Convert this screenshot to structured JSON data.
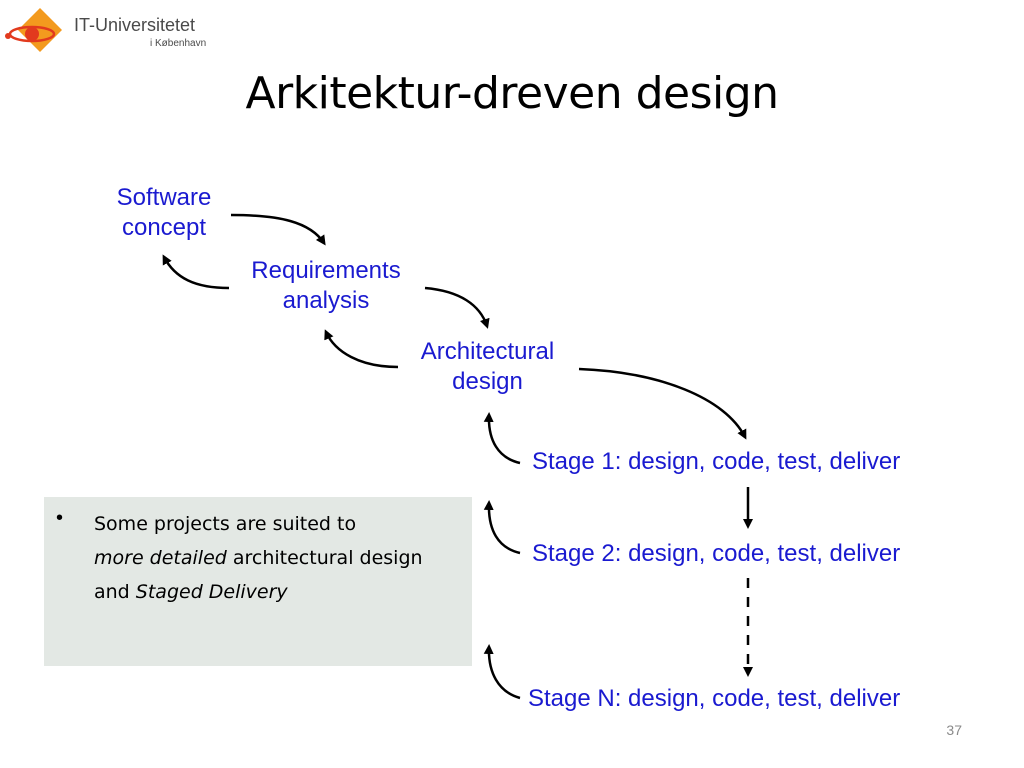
{
  "logo": {
    "name": "IT-Universitetet",
    "sub": "i København",
    "colors": {
      "orange": "#f39a1e",
      "red": "#e23a1e"
    }
  },
  "title": "Arkitektur-dreven design",
  "nodes": {
    "software_concept": [
      "Software",
      "concept"
    ],
    "requirements_analysis": [
      "Requirements",
      "analysis"
    ],
    "architectural_design": [
      "Architectural",
      "design"
    ]
  },
  "stages": [
    "Stage 1: design, code, test, deliver",
    "Stage 2: design, code, test, deliver",
    "Stage N: design, code, test, deliver"
  ],
  "note": {
    "bullet": "•",
    "part1": "Some projects are suited to",
    "em1": "more detailed",
    "part2": " architectural design and ",
    "em2": "Staged Delivery"
  },
  "page_number": "37",
  "colors": {
    "node_text": "#1a1ad0",
    "note_bg": "#e3e8e4",
    "arrow": "#000000"
  }
}
